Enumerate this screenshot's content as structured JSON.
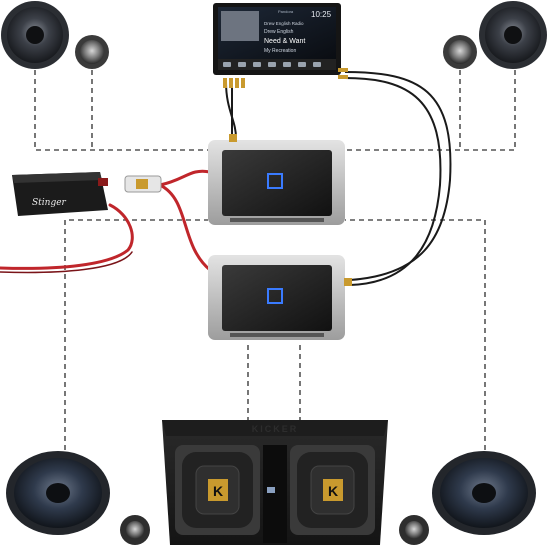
{
  "head_unit": {
    "time": "10:25",
    "status": "Pandora",
    "artist": "Drew English",
    "song_title": "Need & Want",
    "station": "My Recreation",
    "header_line": "Drew English Radio"
  },
  "amp_processor": {
    "brand": "Stinger"
  },
  "subwoofer_box": {
    "brand": "KICKER",
    "woofer_badge": "K"
  },
  "colors": {
    "power_wire": "#c0262b",
    "rca_cable": "#1a1a1a",
    "speaker_wire": "#555555",
    "amp_blue_led": "#3a7bff",
    "gold_connector": "#c99a2e"
  },
  "icons": {
    "speaker": "speaker-icon",
    "tweeter": "tweeter-icon",
    "amplifier": "amplifier-icon",
    "fuse": "fuse-holder-icon"
  }
}
